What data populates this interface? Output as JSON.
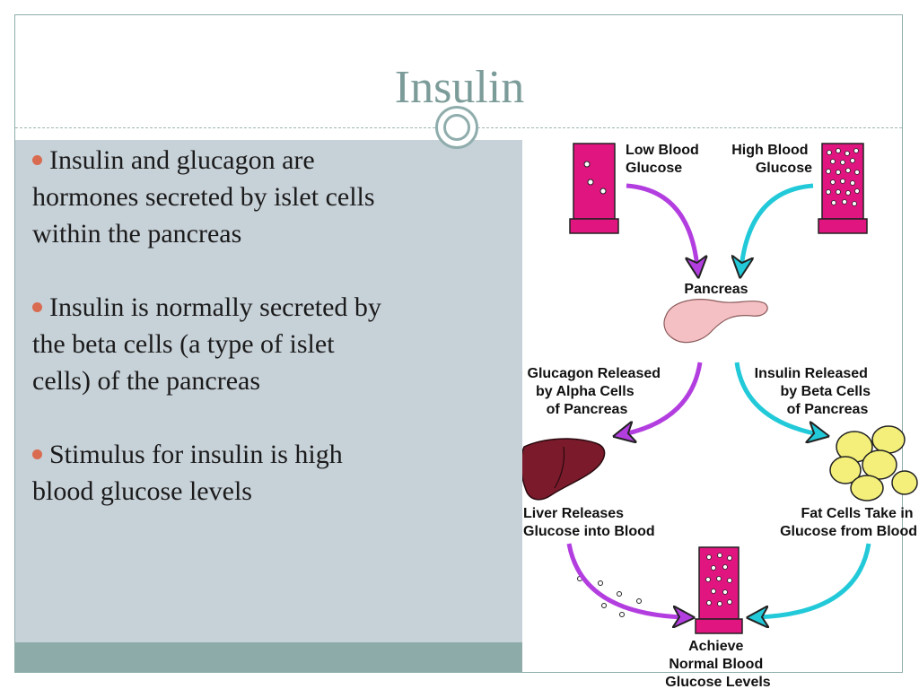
{
  "slide": {
    "title": "Insulin",
    "bullets": [
      "Insulin and glucagon are hormones secreted by islet cells within the pancreas",
      "Insulin is normally secreted by the beta cells (a type of islet cells) of the pancreas",
      "Stimulus for insulin is high blood glucose levels"
    ]
  },
  "diagram": {
    "low_blood_glucose": [
      "Low Blood",
      "Glucose"
    ],
    "high_blood_glucose": [
      "High Blood",
      "Glucose"
    ],
    "pancreas": "Pancreas",
    "glucagon_released": [
      "Glucagon Released",
      "by Alpha Cells",
      "of Pancreas"
    ],
    "insulin_released": [
      "Insulin Released",
      "by Beta Cells",
      "of Pancreas"
    ],
    "liver_releases": [
      "Liver Releases",
      "Glucose into Blood"
    ],
    "fat_cells": [
      "Fat Cells Take in",
      "Glucose from Blood"
    ],
    "achieve": [
      "Achieve",
      "Normal Blood",
      "Glucose Levels"
    ]
  },
  "colors": {
    "accent": "#7c9c99",
    "panel": "#c7d1d8",
    "band": "#8daba8",
    "bullet": "#d96b50",
    "tube": "#e0157f",
    "glucagon_arrow": "#b33ee0",
    "insulin_arrow": "#22c9d8",
    "liver": "#7a1a2a",
    "fat_cell": "#f3ef7a",
    "pancreas": "#f5c0c4"
  }
}
